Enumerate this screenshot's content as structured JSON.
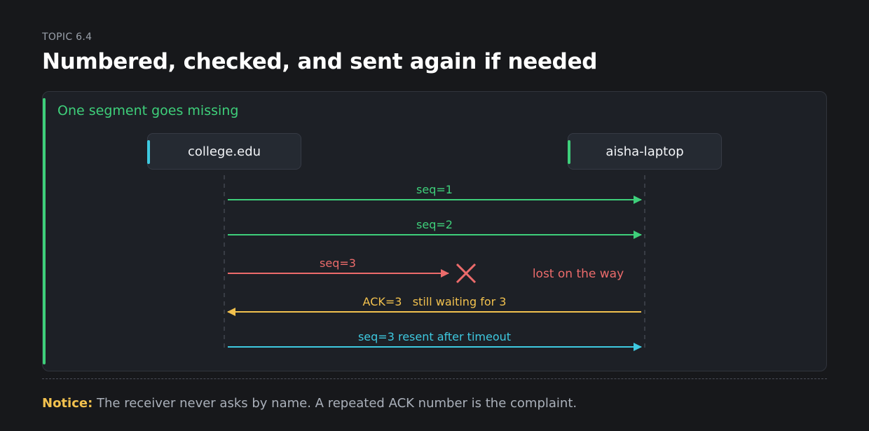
{
  "header": {
    "topic": "TOPIC 6.4",
    "title": "Numbered, checked, and sent again if needed"
  },
  "card": {
    "title": "One segment goes missing"
  },
  "participants": {
    "left": "college.edu",
    "right": "aisha-laptop"
  },
  "messages": {
    "m1": "seq=1",
    "m2": "seq=2",
    "m3": "seq=3",
    "m3_note": "lost on the way",
    "m4": "ACK=3   still waiting for 3",
    "m5": "seq=3 resent after timeout"
  },
  "colors": {
    "green": "#3ecf7a",
    "red": "#ec6b6b",
    "yellow": "#f2c14e",
    "cyan": "#3ec9e0"
  },
  "footer": {
    "notice_label": "Notice:",
    "notice_text": " The receiver never asks by name. A repeated ACK number is the complaint."
  }
}
